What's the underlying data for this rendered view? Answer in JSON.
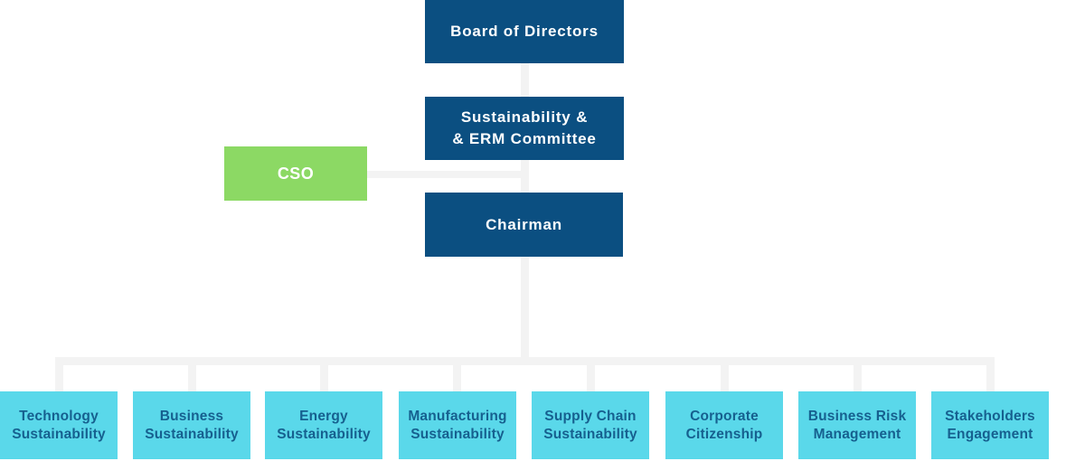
{
  "diagram": {
    "type": "org-chart",
    "colors": {
      "primary_box": "#0b4f81",
      "accent_box": "#8cd964",
      "leaf_box": "#5ad8ea",
      "leaf_text": "#16608f",
      "box_text": "#ffffff",
      "connector": "#f3f3f3",
      "background": "#ffffff"
    },
    "nodes": {
      "board": {
        "label": "Board of Directors"
      },
      "committee": {
        "lines": [
          "Sustainability &",
          "& ERM Committee"
        ]
      },
      "cso": {
        "label": "CSO"
      },
      "chairman": {
        "label": "Chairman"
      }
    },
    "leaves": [
      {
        "lines": [
          "Technology",
          "Sustainability"
        ]
      },
      {
        "lines": [
          "Business",
          "Sustainability"
        ]
      },
      {
        "lines": [
          "Energy",
          "Sustainability"
        ]
      },
      {
        "lines": [
          "Manufacturing",
          "Sustainability"
        ]
      },
      {
        "lines": [
          "Supply Chain",
          "Sustainability"
        ]
      },
      {
        "lines": [
          "Corporate",
          "Citizenship"
        ]
      },
      {
        "lines": [
          "Business Risk",
          "Management"
        ]
      },
      {
        "lines": [
          "Stakeholders",
          "Engagement"
        ]
      }
    ]
  }
}
